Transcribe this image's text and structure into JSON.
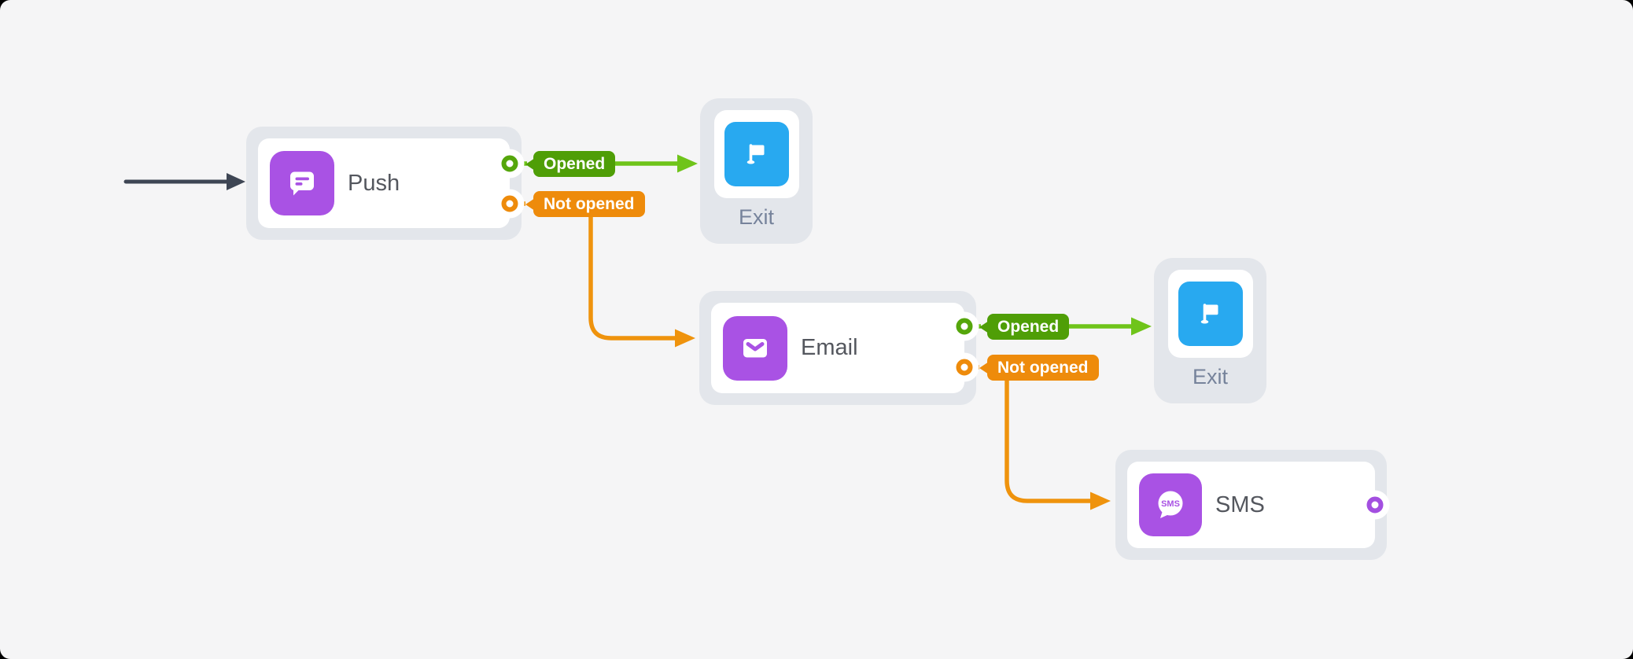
{
  "diagram": {
    "type": "journey-flow",
    "nodes": {
      "push": {
        "label": "Push",
        "icon": "push-message-icon",
        "color": "#a952e4"
      },
      "email": {
        "label": "Email",
        "icon": "envelope-icon",
        "color": "#a952e4"
      },
      "sms": {
        "label": "SMS",
        "icon": "sms-bubble-icon",
        "icon_text": "SMS",
        "color": "#a952e4"
      },
      "exit_top": {
        "label": "Exit",
        "icon": "flag-icon",
        "color": "#28a9f0"
      },
      "exit_mid": {
        "label": "Exit",
        "icon": "flag-icon",
        "color": "#28a9f0"
      }
    },
    "branches": {
      "push_opened": {
        "label": "Opened",
        "color": "#4f9e07"
      },
      "push_not_opened": {
        "label": "Not opened",
        "color": "#ee8b0b"
      },
      "email_opened": {
        "label": "Opened",
        "color": "#4f9e07"
      },
      "email_not_opened": {
        "label": "Not opened",
        "color": "#ee8b0b"
      }
    },
    "edges": [
      {
        "from": "entry",
        "to": "push",
        "branch": ""
      },
      {
        "from": "push",
        "to": "exit_top",
        "branch": "Opened"
      },
      {
        "from": "push",
        "to": "email",
        "branch": "Not opened"
      },
      {
        "from": "email",
        "to": "exit_mid",
        "branch": "Opened"
      },
      {
        "from": "email",
        "to": "sms",
        "branch": "Not opened"
      }
    ],
    "colors": {
      "canvas_bg": "#f5f5f6",
      "frame_bg": "#000000",
      "node_ring": "#e3e6eb",
      "node_bg": "#ffffff",
      "channel_purple": "#a952e4",
      "exit_blue": "#28a9f0",
      "badge_green": "#4f9e07",
      "line_green": "#6fc41a",
      "port_green": "#55a60b",
      "badge_orange": "#ee8b0b",
      "line_orange": "#ef930d",
      "sms_port_purple": "#a34fe0",
      "entry_arrow": "#3e4654",
      "node_label": "#54575e",
      "exit_label": "#76839b"
    }
  }
}
